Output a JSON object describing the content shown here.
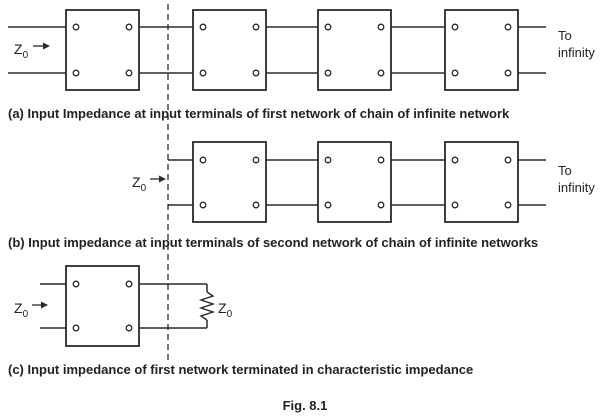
{
  "part_a": {
    "input_label": {
      "main": "Z",
      "sub": "0"
    },
    "end_label_line1": "To",
    "end_label_line2": "infinity",
    "caption": "(a) Input Impedance at input terminals of first network of chain of infinite network"
  },
  "part_b": {
    "input_label": {
      "main": "Z",
      "sub": "0"
    },
    "end_label_line1": "To",
    "end_label_line2": "infinity",
    "caption": "(b) Input impedance at input terminals of second network of chain of infinite networks"
  },
  "part_c": {
    "input_label": {
      "main": "Z",
      "sub": "0"
    },
    "load_label": {
      "main": "Z",
      "sub": "0"
    },
    "caption": "(c) Input impedance of first network terminated in characteristic impedance"
  },
  "figure_label": "Fig. 8.1"
}
